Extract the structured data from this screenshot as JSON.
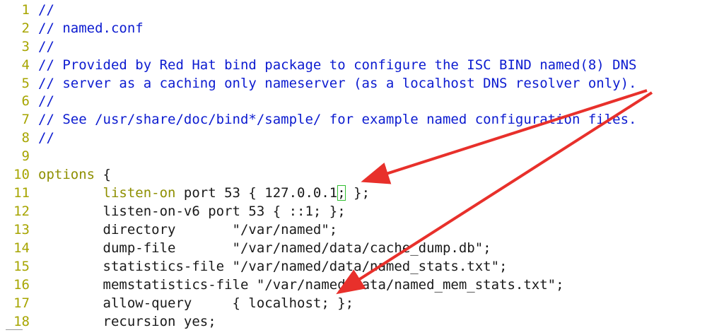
{
  "editor": {
    "lines": [
      {
        "num": "1",
        "comment": "//"
      },
      {
        "num": "2",
        "comment": "// named.conf"
      },
      {
        "num": "3",
        "comment": "//"
      },
      {
        "num": "4",
        "comment": "// Provided by Red Hat bind package to configure the ISC BIND named(8) DNS"
      },
      {
        "num": "5",
        "comment": "// server as a caching only nameserver (as a localhost DNS resolver only)."
      },
      {
        "num": "6",
        "comment": "//"
      },
      {
        "num": "7",
        "comment": "// See /usr/share/doc/bind*/sample/ for example named configuration files."
      },
      {
        "num": "8",
        "comment": "//"
      },
      {
        "num": "9"
      },
      {
        "num": "10",
        "kw": "options",
        "rest": " {"
      },
      {
        "num": "11",
        "indent": "        ",
        "kw": "listen-on",
        "rest1": " port 53 { 127.0.0.1",
        "cursor": ";",
        "rest2": " };"
      },
      {
        "num": "12",
        "indent": "        ",
        "rest": "listen-on-v6 port 53 { ::1; };"
      },
      {
        "num": "13",
        "indent": "        ",
        "rest": "directory       \"/var/named\";"
      },
      {
        "num": "14",
        "indent": "        ",
        "rest": "dump-file       \"/var/named/data/cache_dump.db\";"
      },
      {
        "num": "15",
        "indent": "        ",
        "rest": "statistics-file \"/var/named/data/named_stats.txt\";"
      },
      {
        "num": "16",
        "indent": "        ",
        "rest": "memstatistics-file \"/var/named/data/named_mem_stats.txt\";"
      },
      {
        "num": "17",
        "indent": "        ",
        "rest": "allow-query     { localhost; };"
      },
      {
        "num": "18",
        "indent": "        ",
        "rest": "recursion yes;"
      }
    ]
  },
  "colors": {
    "arrow": "#e8302b"
  }
}
